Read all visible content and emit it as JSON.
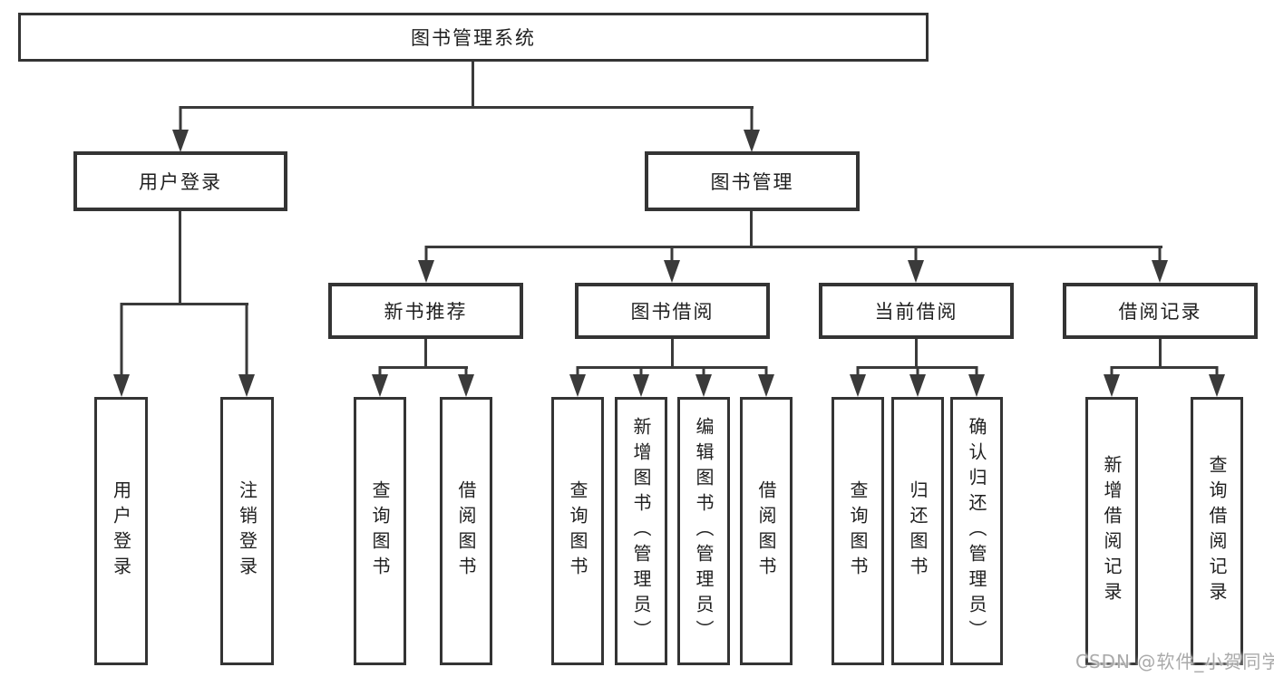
{
  "diagram": {
    "type": "hierarchy-tree",
    "root": {
      "label": "图书管理系统"
    },
    "branches": [
      {
        "label": "用户登录",
        "children": [
          {
            "label": "用户登录"
          },
          {
            "label": "注销登录"
          }
        ]
      },
      {
        "label": "图书管理",
        "children": [
          {
            "label": "新书推荐",
            "children": [
              {
                "label": "查询图书"
              },
              {
                "label": "借阅图书"
              }
            ]
          },
          {
            "label": "图书借阅",
            "children": [
              {
                "label": "查询图书"
              },
              {
                "label": "新增图书（管理员）"
              },
              {
                "label": "编辑图书（管理员）"
              },
              {
                "label": "借阅图书"
              }
            ]
          },
          {
            "label": "当前借阅",
            "children": [
              {
                "label": "查询图书"
              },
              {
                "label": "归还图书"
              },
              {
                "label": "确认归还（管理员）"
              }
            ]
          },
          {
            "label": "借阅记录",
            "children": [
              {
                "label": "新增借阅记录"
              },
              {
                "label": "查询借阅记录"
              }
            ]
          }
        ]
      }
    ]
  },
  "watermark": {
    "text": "CSDN @软件_小贺同学"
  },
  "colors": {
    "background": "#ffffff",
    "box_border": "#343434",
    "line": "#3a3a3a",
    "text": "#1f1f1f",
    "watermark": "#a5a5a5"
  }
}
